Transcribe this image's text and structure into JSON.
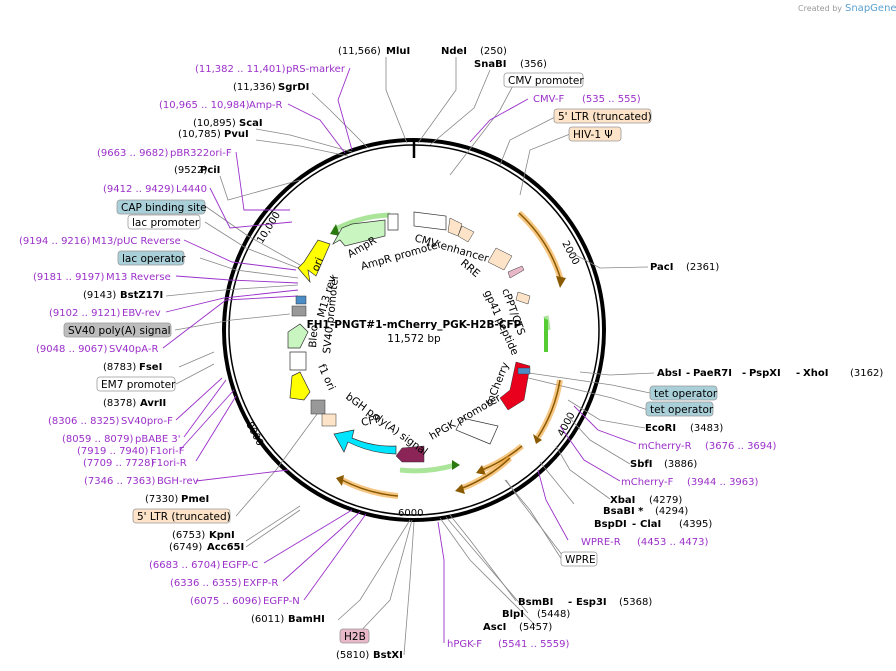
{
  "watermark": {
    "created_by": "Created by",
    "brand": "SnapGene"
  },
  "plasmid": {
    "name": "FH1-PNGT#1-mCherry_PGK-H2B-CFP",
    "length": "11,572 bp"
  },
  "ticks": [
    "2000",
    "4000",
    "6000",
    "8000",
    "10,000"
  ],
  "enzymes": [
    {
      "name": "MluI",
      "pos": "(11,566)"
    },
    {
      "name": "NdeI",
      "pos": "(250)"
    },
    {
      "name": "SnaBI",
      "pos": "(356)"
    },
    {
      "name": "SgrDI",
      "pos": "(11,336)"
    },
    {
      "name": "ScaI",
      "pos": "(10,895)"
    },
    {
      "name": "PvuI",
      "pos": "(10,785)"
    },
    {
      "name": "PciI",
      "pos": "(9522)"
    },
    {
      "name": "PacI",
      "pos": "(2361)"
    },
    {
      "name": "BstZ17I",
      "pos": "(9143)"
    },
    {
      "name": "FseI",
      "pos": "(8783)"
    },
    {
      "name": "AvrII",
      "pos": "(8378)"
    },
    {
      "name": "AbsI",
      "pos": ""
    },
    {
      "name": "PaeR7I",
      "pos": ""
    },
    {
      "name": "PspXI",
      "pos": ""
    },
    {
      "name": "XhoI",
      "pos": "(3162)"
    },
    {
      "name": "EcoRI",
      "pos": "(3483)"
    },
    {
      "name": "SbfI",
      "pos": "(3886)"
    },
    {
      "name": "XbaI",
      "pos": "(4279)"
    },
    {
      "name": "BsaBI *",
      "pos": "(4294)"
    },
    {
      "name": "BspDI",
      "pos": ""
    },
    {
      "name": "ClaI",
      "pos": "(4395)"
    },
    {
      "name": "PmeI",
      "pos": "(7330)"
    },
    {
      "name": "KpnI",
      "pos": "(6753)"
    },
    {
      "name": "Acc65I",
      "pos": "(6749)"
    },
    {
      "name": "BamHI",
      "pos": "(6011)"
    },
    {
      "name": "BstXI",
      "pos": "(5810)"
    },
    {
      "name": "BsmBI",
      "pos": ""
    },
    {
      "name": "Esp3I",
      "pos": "(5368)"
    },
    {
      "name": "BlpI",
      "pos": "(5448)"
    },
    {
      "name": "AscI",
      "pos": "(5457)"
    }
  ],
  "primers": [
    {
      "name": "pRS-marker",
      "pos": "(11,382 .. 11,401)"
    },
    {
      "name": "Amp-R",
      "pos": "(10,965 .. 10,984)"
    },
    {
      "name": "pBR322ori-F",
      "pos": "(9663 .. 9682)"
    },
    {
      "name": "L4440",
      "pos": "(9412 .. 9429)"
    },
    {
      "name": "M13/pUC Reverse",
      "pos": "(9194 .. 9216)"
    },
    {
      "name": "M13 Reverse",
      "pos": "(9181 .. 9197)"
    },
    {
      "name": "EBV-rev",
      "pos": "(9102 .. 9121)"
    },
    {
      "name": "SV40pA-R",
      "pos": "(9048 .. 9067)"
    },
    {
      "name": "SV40pro-F",
      "pos": "(8306 .. 8325)"
    },
    {
      "name": "pBABE 3'",
      "pos": "(8059 .. 8079)"
    },
    {
      "name": "F1ori-F",
      "pos": "(7919 .. 7940)"
    },
    {
      "name": "F1ori-R",
      "pos": "(7709 .. 7728)"
    },
    {
      "name": "BGH-rev",
      "pos": "(7346 .. 7363)"
    },
    {
      "name": "EGFP-C",
      "pos": "(6683 .. 6704)"
    },
    {
      "name": "EXFP-R",
      "pos": "(6336 .. 6355)"
    },
    {
      "name": "EGFP-N",
      "pos": "(6075 .. 6096)"
    },
    {
      "name": "CMV-F",
      "pos": "(535 .. 555)"
    },
    {
      "name": "mCherry-R",
      "pos": "(3676 .. 3694)"
    },
    {
      "name": "mCherry-F",
      "pos": "(3944 .. 3963)"
    },
    {
      "name": "WPRE-R",
      "pos": "(4453 .. 4473)"
    },
    {
      "name": "hPGK-F",
      "pos": "(5541 .. 5559)"
    }
  ],
  "boxed_features": [
    {
      "name": "CMV promoter"
    },
    {
      "name": "5' LTR (truncated)"
    },
    {
      "name": "HIV-1 Ψ"
    },
    {
      "name": "CAP binding site"
    },
    {
      "name": "lac promoter"
    },
    {
      "name": "lac operator"
    },
    {
      "name": "SV40 poly(A) signal"
    },
    {
      "name": "EM7 promoter"
    },
    {
      "name": "tet operator"
    },
    {
      "name": "tet operator"
    },
    {
      "name": "WPRE"
    },
    {
      "name": "5' LTR (truncated)"
    },
    {
      "name": "H2B"
    }
  ],
  "inner_labels": [
    "CMV enhancer",
    "RRE",
    "gp41 peptide",
    "cPPT/CTS",
    "mCherry",
    "hPGK promoter",
    "CFP",
    "bGH poly(A) signal",
    "f1 ori",
    "SV40 promoter",
    "Bleo",
    "M13 rev",
    "ori",
    "AmpR",
    "AmpR promoter"
  ],
  "colors": {
    "primer": "#9b30c9",
    "lifeline": "#888888",
    "promoter_box": "#ffffff",
    "ltr_box": "#fde3c8",
    "operator_box": "#a9cfd9",
    "polya_box": "#bdbdbd",
    "h2b_box": "#e8b8c8",
    "mCherry": "#e8001c",
    "cfp": "#00e5ff",
    "ori": "#ffff00",
    "ampr": "#c8f5c0",
    "orange_orf": "#f0a030",
    "green_orf": "#55cc33"
  }
}
